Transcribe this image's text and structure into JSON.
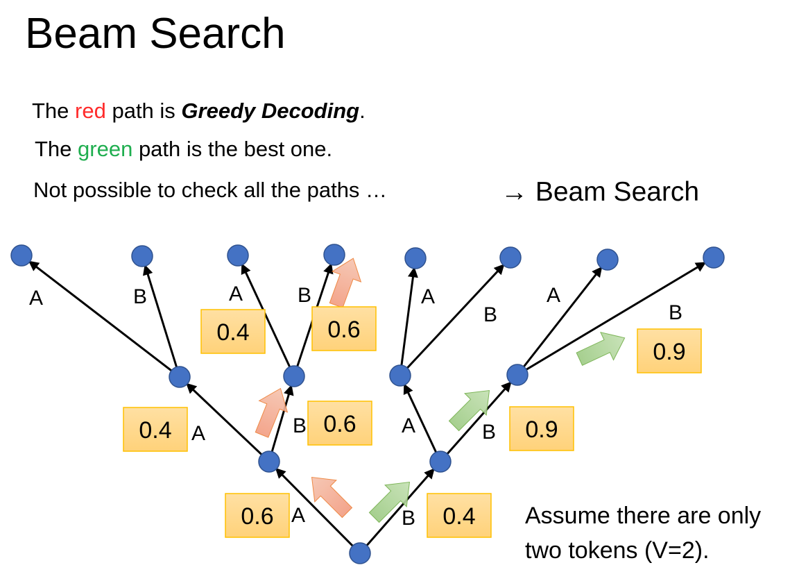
{
  "title": "Beam Search",
  "lines": {
    "l1": {
      "pre": "The ",
      "color_word": "red",
      "mid": " path is ",
      "emph": "Greedy Decoding",
      "post": "."
    },
    "l2": {
      "pre": "The ",
      "color_word": "green",
      "post": " path is the best one."
    },
    "l3": "Not possible to check all the paths …",
    "beam": "→ Beam Search"
  },
  "note": {
    "line1": "Assume there are only",
    "line2": "two tokens (V=2)."
  },
  "colors": {
    "red": "#ff2b2b",
    "green": "#1fae4f",
    "node": "#4472c4",
    "box": "#ffd98a",
    "box_border": "#ffc000",
    "red_arrow": "#f4b19a",
    "green_arrow": "#a9d18e"
  },
  "tree": {
    "edge_labels": [
      "A",
      "B",
      "A",
      "B",
      "A",
      "B",
      "A",
      "B",
      "A",
      "B",
      "A",
      "B",
      "A",
      "B"
    ],
    "probabilities": [
      "0.4",
      "0.6",
      "0.9",
      "0.4",
      "0.6",
      "0.9",
      "0.6",
      "0.4"
    ]
  }
}
